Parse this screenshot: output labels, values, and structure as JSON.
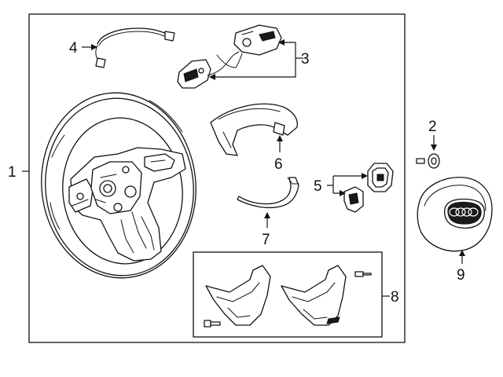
{
  "callouts": {
    "c1": "1",
    "c2": "2",
    "c3": "3",
    "c4": "4",
    "c5": "5",
    "c6": "6",
    "c7": "7",
    "c8": "8",
    "c9": "9"
  },
  "parts": [
    {
      "callout": "1",
      "icon": "steering-wheel"
    },
    {
      "callout": "2",
      "icon": "bolt"
    },
    {
      "callout": "3",
      "icon": "control-switches"
    },
    {
      "callout": "4",
      "icon": "wiring-harness"
    },
    {
      "callout": "5",
      "icon": "switch-buttons"
    },
    {
      "callout": "6",
      "icon": "trim-cover"
    },
    {
      "callout": "7",
      "icon": "trim-strip"
    },
    {
      "callout": "8",
      "icon": "lower-cover-kit"
    },
    {
      "callout": "9",
      "icon": "airbag-module"
    }
  ],
  "colors": {
    "line": "#111111",
    "background": "#ffffff"
  }
}
